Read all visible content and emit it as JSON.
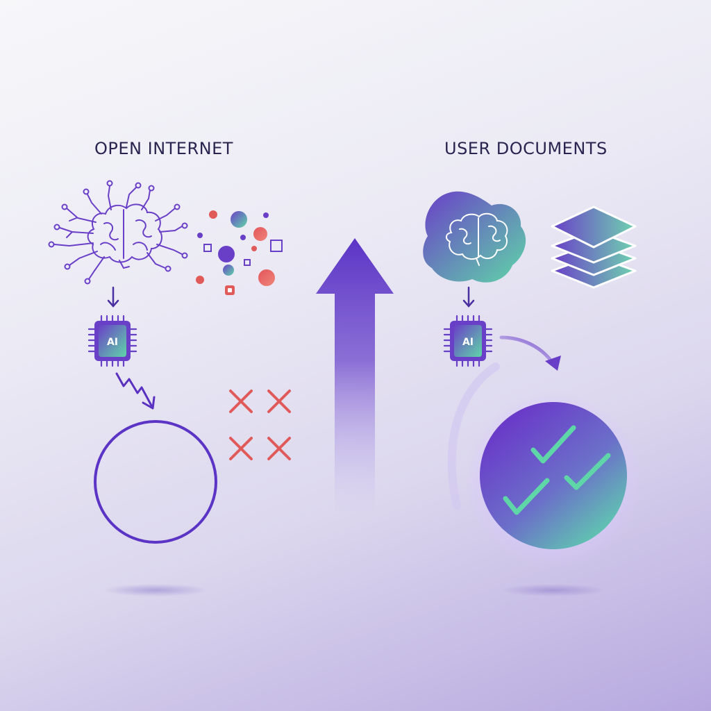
{
  "left": {
    "title": "OPEN INTERNET",
    "chip_label": "AI"
  },
  "right": {
    "title": "USER DOCUMENTS",
    "chip_label": "AI"
  },
  "icons": {
    "left_brain": "brain-network-icon",
    "scattered_data": "scattered-data-icon",
    "failure": "zigzag-arrow-icon",
    "errors": "x-mark-icon",
    "center_arrow": "up-arrow-icon",
    "right_brain": "brain-blob-icon",
    "layers": "stacked-layers-icon",
    "success": "checkmark-circle-icon"
  },
  "colors": {
    "accent_purple": "#6a3fc8",
    "error_red": "#e05a5a",
    "success_green": "#5fd6a8",
    "title": "#2a2550"
  }
}
